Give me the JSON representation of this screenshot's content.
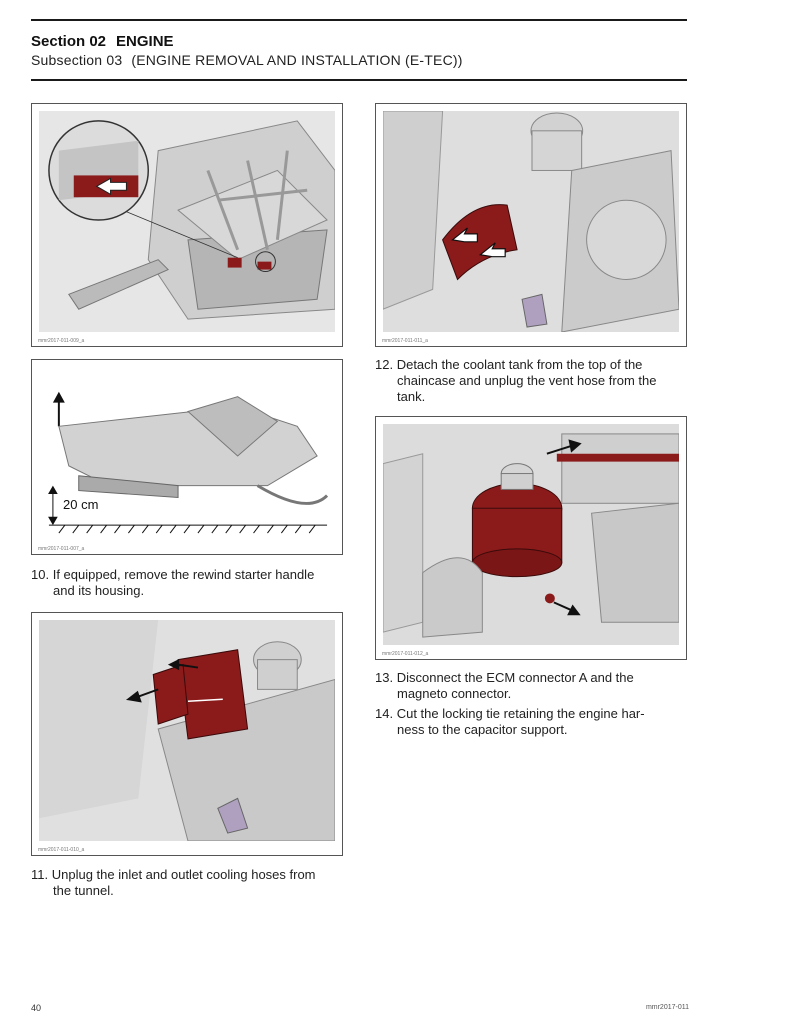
{
  "header": {
    "section_label": "Section 02",
    "section_name": "ENGINE",
    "subsection_label": "Subsection 03",
    "subsection_name": "(ENGINE REMOVAL AND INSTALLATION (E-TEC))"
  },
  "figures": [
    {
      "id": "mmr2017-011-009_a"
    },
    {
      "id": "mmr2017-011-007_a",
      "dimension_label": "20 cm"
    },
    {
      "id": "mmr2017-011-010_a"
    },
    {
      "id": "mmr2017-011-011_a"
    },
    {
      "id": "mmr2017-011-012_a"
    }
  ],
  "steps": [
    {
      "num": "10.",
      "line1": "If equipped, remove the rewind starter handle",
      "line2": "and its housing."
    },
    {
      "num": "11.",
      "line1": "Unplug the inlet and outlet cooling hoses from",
      "line2": "the tunnel."
    },
    {
      "num": "12.",
      "line1": "Detach the coolant tank from the top of the",
      "line2": "chaincase and unplug the vent hose from the",
      "line3": "tank."
    },
    {
      "num": "13.",
      "line1": "Disconnect the ECM connector A and the",
      "line2": "magneto connector."
    },
    {
      "num": "14.",
      "line1": "Cut the locking tie retaining the engine har-",
      "line2": "ness to the capacitor support."
    }
  ],
  "footer": {
    "page_number": "40",
    "doc_code": "mmr2017-011"
  },
  "colors": {
    "highlight_red": "#8b1a1a",
    "rule": "#1a1a1a",
    "art_gray": "#e4e4e4"
  }
}
